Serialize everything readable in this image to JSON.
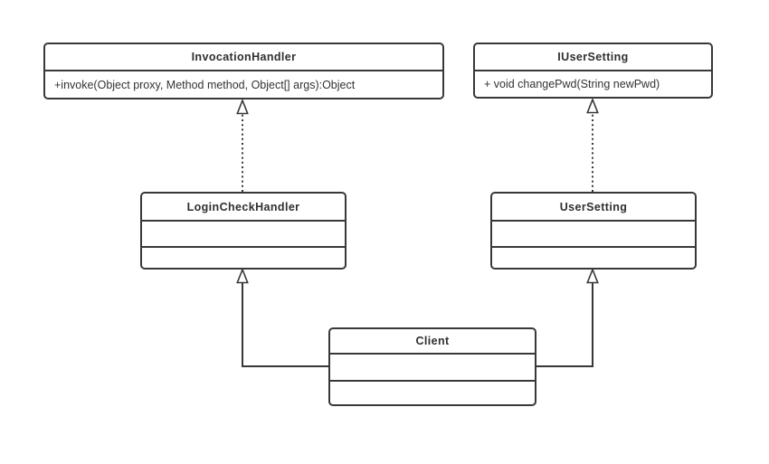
{
  "diagram": {
    "type": "uml-class-diagram",
    "background_color": "#ffffff",
    "stroke_color": "#383838",
    "text_color": "#333333",
    "classes": [
      {
        "id": "InvocationHandler",
        "title": "InvocationHandler",
        "members": [
          "+invoke(Object proxy, Method method, Object[] args):Object"
        ]
      },
      {
        "id": "IUserSetting",
        "title": "IUserSetting",
        "members": [
          "+ void changePwd(String newPwd)"
        ]
      },
      {
        "id": "LoginCheckHandler",
        "title": "LoginCheckHandler",
        "members": []
      },
      {
        "id": "UserSetting",
        "title": "UserSetting",
        "members": []
      },
      {
        "id": "Client",
        "title": "Client",
        "members": []
      }
    ],
    "edges": [
      {
        "from": "LoginCheckHandler",
        "to": "InvocationHandler",
        "type": "realization",
        "line_style": "dotted",
        "arrowhead": "hollow-triangle"
      },
      {
        "from": "UserSetting",
        "to": "IUserSetting",
        "type": "realization",
        "line_style": "dotted",
        "arrowhead": "hollow-triangle"
      },
      {
        "from": "Client",
        "to": "LoginCheckHandler",
        "type": "generalization",
        "line_style": "solid",
        "arrowhead": "hollow-triangle"
      },
      {
        "from": "Client",
        "to": "UserSetting",
        "type": "generalization",
        "line_style": "solid",
        "arrowhead": "hollow-triangle"
      }
    ]
  }
}
